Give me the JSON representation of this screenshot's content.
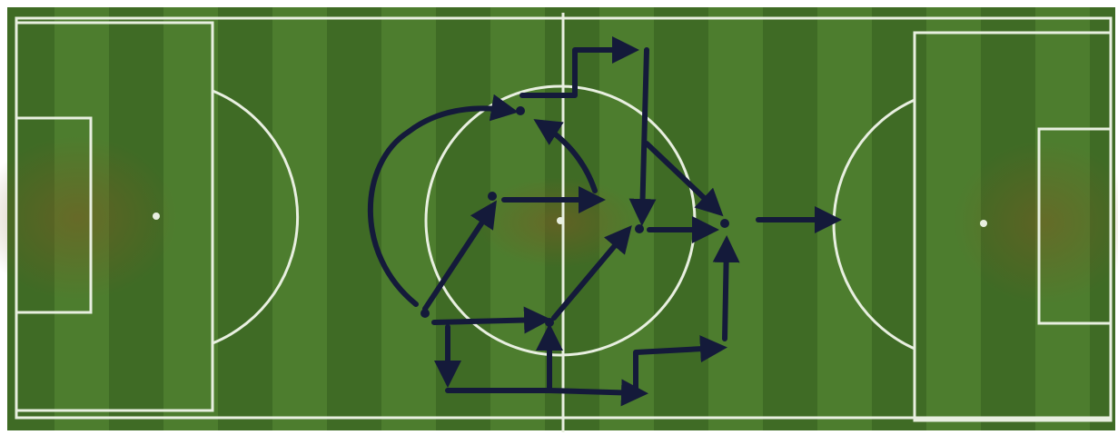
{
  "diagram": {
    "colors": {
      "pitch_dark": "#3f6b25",
      "pitch_light": "#4d7d2e",
      "line": "#e8efe0",
      "box_tint": "#7b5a22",
      "arrow": "#141a3a",
      "paper": "#ffffff"
    },
    "nodes": [
      {
        "id": "n_top_mid"
      },
      {
        "id": "n_mid_left"
      },
      {
        "id": "n_center"
      },
      {
        "id": "n_right"
      },
      {
        "id": "n_bottom_left"
      },
      {
        "id": "n_bottom_mid"
      }
    ],
    "arrows": [
      {
        "from": "n_bottom_left",
        "to": "n_top_mid",
        "shape": "curve"
      },
      {
        "from": "n_center",
        "to": "n_top_mid",
        "shape": "curve"
      },
      {
        "from": "n_top_mid",
        "to": "n_top_mid",
        "shape": "elbow"
      },
      {
        "from": "n_bottom_left",
        "to": "n_mid_left",
        "shape": "straight"
      },
      {
        "from": "n_mid_left",
        "to": "n_center",
        "shape": "straight"
      },
      {
        "from": "n_bottom_mid",
        "to": "n_center",
        "shape": "straight"
      },
      {
        "from": "n_center",
        "to": "n_right",
        "shape": "straight"
      },
      {
        "from": "n_top_mid",
        "to": "n_center",
        "shape": "straight"
      },
      {
        "from": "n_top_mid",
        "to": "n_right",
        "shape": "straight"
      },
      {
        "from": "n_bottom_left",
        "to": "n_bottom_mid",
        "shape": "straight"
      },
      {
        "from": "n_bottom_left",
        "to": "n_bottom_left",
        "shape": "elbow"
      },
      {
        "from": "n_bottom_left",
        "to": "n_bottom_mid",
        "shape": "elbow"
      },
      {
        "from": "n_bottom_mid",
        "to": "n_right",
        "shape": "elbow"
      },
      {
        "from": "n_right",
        "to": "n_right",
        "shape": "straight"
      },
      {
        "from": "n_right",
        "to": "goal",
        "shape": "straight"
      }
    ]
  }
}
